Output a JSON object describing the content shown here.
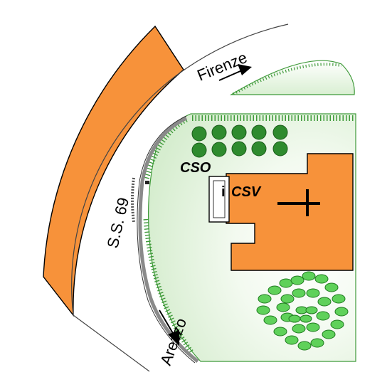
{
  "map": {
    "road_label": "S.S. 69",
    "north_direction": "Firenze",
    "south_direction": "Arezzo",
    "building_labels": {
      "cso": "CSO",
      "csv": "CSV"
    },
    "info_icon_glyph": "i",
    "cross_icon_glyph": "+",
    "colors": {
      "building": "#f7923a",
      "green_area": "#e3f3dd",
      "green_edge": "#3f9a3a",
      "road_outline": "#444444",
      "trees": "#2e8b2e",
      "leaf_fill": "#5fd15a"
    }
  }
}
